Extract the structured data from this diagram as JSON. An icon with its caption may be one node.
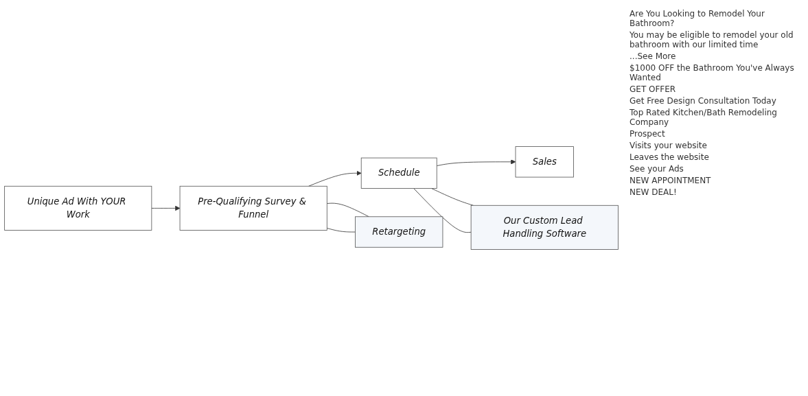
{
  "diagram": {
    "nodes": [
      {
        "text": [
          "Unique Ad With YOUR Work"
        ]
      },
      {
        "text": [
          "Pre-Qualifying Survey & Funnel"
        ]
      },
      {
        "text": [
          "Schedule"
        ]
      },
      {
        "text": [
          "Sales"
        ]
      },
      {
        "text": [
          "Retargeting"
        ]
      },
      {
        "text": [
          "Our Custom Lead Handling Software"
        ]
      }
    ],
    "edges": [
      {
        "from": 0,
        "to": 1,
        "arrow": "to"
      },
      {
        "from": 1,
        "to": 2,
        "arrow": "to"
      },
      {
        "from": 2,
        "to": 3,
        "arrow": "to"
      },
      {
        "from": 1,
        "to": 4,
        "arrow": "none"
      },
      {
        "from": 4,
        "to": 1,
        "arrow": "none"
      },
      {
        "from": 2,
        "to": 5,
        "arrow": "none"
      },
      {
        "from": 5,
        "to": 2,
        "arrow": "none"
      }
    ],
    "labels": [
      "Are You Looking to Remodel Your Bathroom?",
      "You may be eligible to remodel your old bathroom with our limited time",
      "...See More",
      "$1000 OFF the Bathroom You've Always Wanted",
      "GET OFFER",
      "Get Free Design Consultation Today",
      "Top Rated Kitchen/Bath Remodeling Company",
      "Prospect",
      "Visits your website",
      "Leaves the website",
      "See your Ads",
      "NEW APPOINTMENT",
      "NEW DEAL!"
    ]
  }
}
